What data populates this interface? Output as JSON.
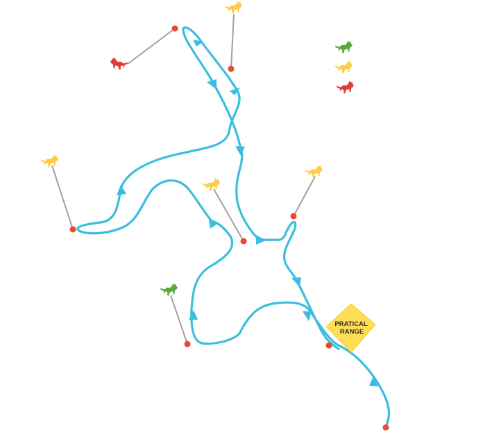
{
  "diagram": {
    "title": "",
    "path_color": "#3bbde0",
    "dot_color": "#e84a35",
    "pin_line_color": "#a0a0a0",
    "marker_colors": {
      "green": "#5aaa3a",
      "yellow": "#ffcc44",
      "red": "#e23a35"
    },
    "legend": [
      {
        "icon": "fox-icon",
        "color": "green"
      },
      {
        "icon": "fox-icon",
        "color": "yellow"
      },
      {
        "icon": "fox-icon",
        "color": "red"
      }
    ],
    "markers": [
      {
        "id": "m1",
        "color": "red"
      },
      {
        "id": "m2",
        "color": "yellow"
      },
      {
        "id": "m3",
        "color": "yellow"
      },
      {
        "id": "m4",
        "color": "yellow"
      },
      {
        "id": "m5",
        "color": "yellow"
      },
      {
        "id": "m6",
        "color": "green"
      }
    ],
    "range_badge": {
      "line1": "PRATICAL",
      "line2": "RANGE",
      "color": "#ffdd55"
    }
  }
}
